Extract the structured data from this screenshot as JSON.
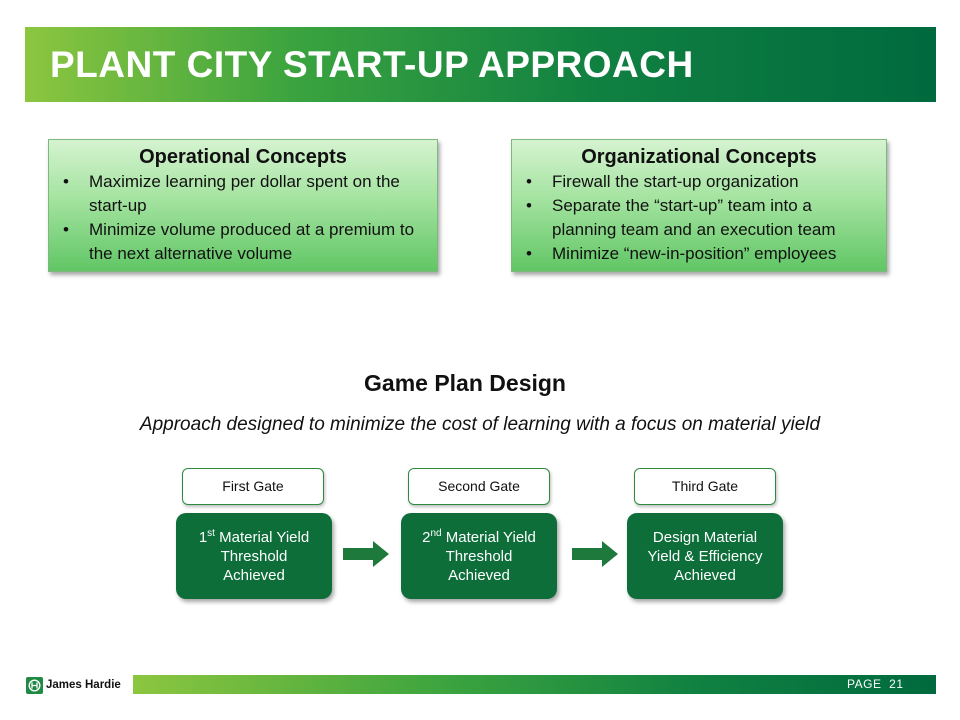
{
  "header": {
    "title": "PLANT CITY START-UP APPROACH"
  },
  "operational": {
    "title": "Operational Concepts",
    "items": [
      "Maximize learning per dollar spent on the start-up",
      "Minimize volume produced at a premium to the next alternative volume"
    ]
  },
  "organizational": {
    "title": "Organizational Concepts",
    "items": [
      "Firewall the start-up organization",
      "Separate the “start-up” team into a planning team and an execution team",
      "Minimize “new-in-position” employees"
    ]
  },
  "bullet_char": "•",
  "game_plan": {
    "title": "Game Plan Design",
    "subtitle": "Approach designed to minimize the cost of learning with a focus on material yield"
  },
  "gates": [
    {
      "label": "First Gate",
      "ordinal": "1",
      "sup": "st",
      "line1": "Material Yield",
      "line2": "Threshold",
      "line3": "Achieved"
    },
    {
      "label": "Second Gate",
      "ordinal": "2",
      "sup": "nd",
      "line1": "Material Yield",
      "line2": "Threshold",
      "line3": "Achieved"
    },
    {
      "label": "Third Gate",
      "line1": "Design Material",
      "line2": "Yield & Efficiency",
      "line3": "Achieved"
    }
  ],
  "footer": {
    "brand": "James Hardie",
    "page_label": "PAGE",
    "page_number": "21"
  },
  "colors": {
    "brand_dark_green": "#006a3e",
    "brand_light_green": "#8cc63f",
    "gate_box": "#0d6e3a",
    "arrow": "#1e7a3c"
  },
  "icons": {
    "arrow": "right-arrow-icon",
    "logo": "james-hardie-logo-icon"
  }
}
